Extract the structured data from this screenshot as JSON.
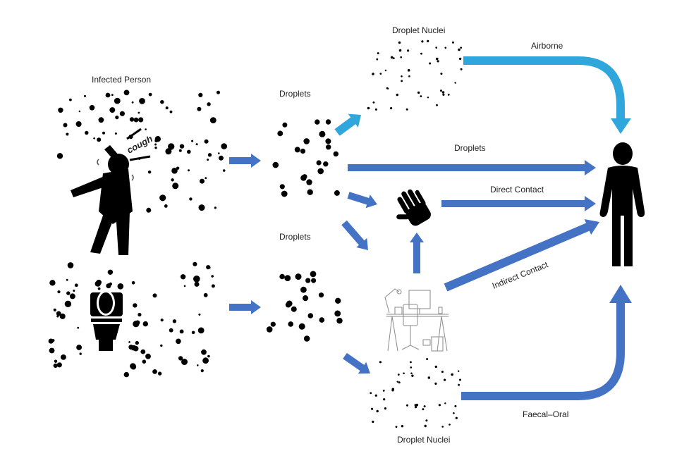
{
  "title": "Transmission routes diagram",
  "colors": {
    "arrow_primary": "#4472C4",
    "arrow_airborne": "#2FA6DC",
    "droplet": "#000000",
    "text": "#222222",
    "furniture_line": "#8a8a8a"
  },
  "labels": {
    "infected_person": "Infected Person",
    "cough": "cough",
    "droplets_top": "Droplets",
    "droplets_bottom": "Droplets",
    "droplet_nuclei_top": "Droplet Nuclei",
    "droplet_nuclei_bottom": "Droplet Nuclei",
    "route_airborne": "Airborne",
    "route_droplets": "Droplets",
    "route_direct_contact": "Direct Contact",
    "route_indirect_contact": "Indirect Contact",
    "route_faecal_oral": "Faecal–Oral"
  },
  "icons": {
    "source_person": "coughing-person-icon",
    "source_toilet": "toilet-icon",
    "hand": "hand-icon",
    "surfaces": "office-desk-icon",
    "recipient": "person-icon"
  },
  "routes": [
    {
      "from": "infected-person",
      "to": "droplets",
      "label": ""
    },
    {
      "from": "toilet",
      "to": "droplets",
      "label": ""
    },
    {
      "from": "droplets",
      "to": "droplet-nuclei",
      "label": ""
    },
    {
      "from": "droplet-nuclei",
      "to": "recipient",
      "label": "Airborne"
    },
    {
      "from": "droplets",
      "to": "recipient",
      "label": "Droplets"
    },
    {
      "from": "droplets",
      "to": "hand",
      "label": ""
    },
    {
      "from": "hand",
      "to": "recipient",
      "label": "Direct Contact"
    },
    {
      "from": "surfaces",
      "to": "hand",
      "label": ""
    },
    {
      "from": "surfaces",
      "to": "recipient",
      "label": "Indirect Contact"
    },
    {
      "from": "droplets",
      "to": "surfaces",
      "label": ""
    },
    {
      "from": "droplets",
      "to": "droplet-nuclei-bottom",
      "label": ""
    },
    {
      "from": "droplet-nuclei-bottom",
      "to": "recipient",
      "label": "Faecal–Oral"
    }
  ]
}
